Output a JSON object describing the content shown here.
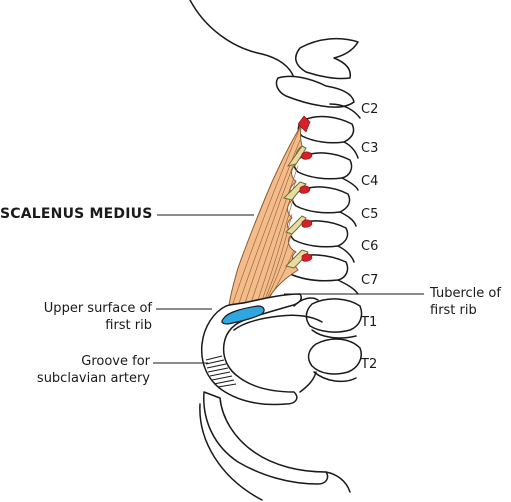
{
  "labels": {
    "muscle": "SCALENUS MEDIUS",
    "upper_surface": [
      "Upper surface of",
      "first rib"
    ],
    "groove": [
      "Groove for",
      "subclavian artery"
    ],
    "tubercle": [
      "Tubercle of",
      "first rib"
    ],
    "vertebrae": [
      "C2",
      "C3",
      "C4",
      "C5",
      "C6",
      "C7",
      "T1",
      "T2"
    ]
  },
  "colors": {
    "muscle": "#f4bc8a",
    "tendon": "#e6dca0",
    "origin": "#d8202a",
    "insertion": "#2ea7e0",
    "outline": "#1a1a1a"
  }
}
